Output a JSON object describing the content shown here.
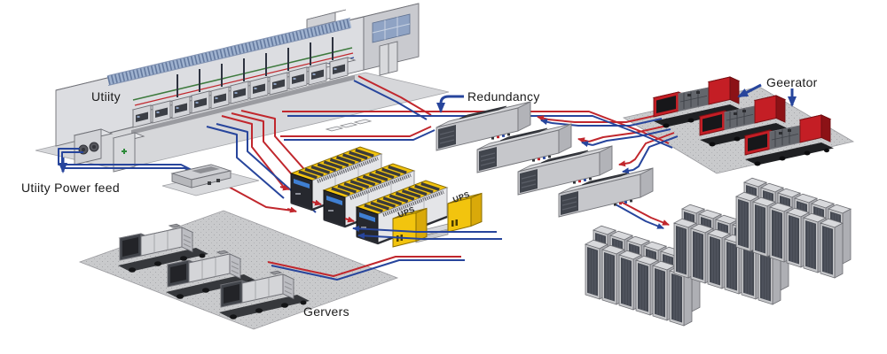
{
  "diagram": {
    "labels": {
      "utility": "Utiity",
      "utility_power_feed": "Utiity Power feed",
      "redundancy": "Redundancy",
      "generator": "Geerator",
      "servers": "Gervers",
      "ups_small_1": "UPS",
      "ups_small_2": "UPS"
    },
    "colors": {
      "cable_red": "#c1272d",
      "cable_blue": "#27459c",
      "ups_yellow": "#f2c40e",
      "generator_red": "#c41e25",
      "building_gray": "#dcdde1",
      "pad_gray": "#c9cacc",
      "rack_front": "#454952",
      "label_text": "#1a1a1a",
      "background": "#ffffff"
    },
    "components": [
      {
        "name": "utility-building",
        "count": 1
      },
      {
        "name": "utility-generators",
        "count": 3
      },
      {
        "name": "standby-generators",
        "count": 3
      },
      {
        "name": "ups-containers",
        "count": 3
      },
      {
        "name": "ups-modules",
        "count": 2
      },
      {
        "name": "redundancy-distribution-units",
        "count": 4
      },
      {
        "name": "server-rack-clusters",
        "count": 3,
        "racks_per_cluster": 12
      }
    ]
  }
}
